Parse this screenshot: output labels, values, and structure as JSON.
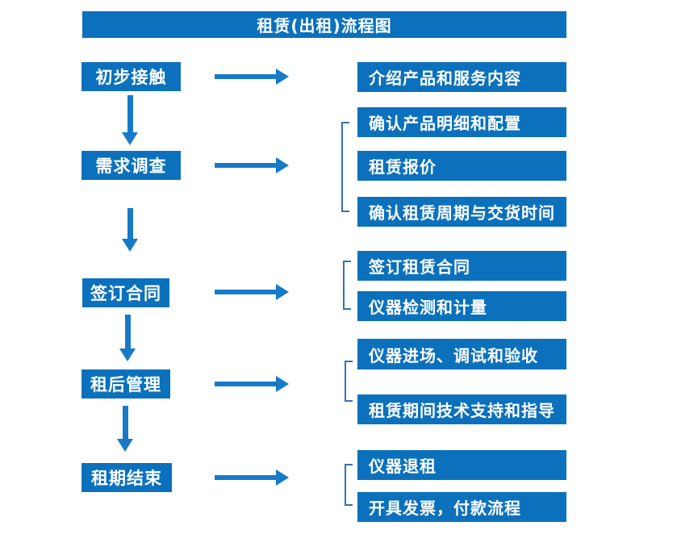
{
  "title": "租赁(出租)流程图",
  "colors": {
    "box_blue": "#0C71BC",
    "arrow_blue": "#177AC9",
    "bracket_blue": "#3672B5",
    "text_white": "#FFFFFF",
    "background": "#FFFFFF"
  },
  "steps": [
    {
      "label": "初步接触",
      "details": [
        "介绍产品和服务内容"
      ]
    },
    {
      "label": "需求调查",
      "details": [
        "确认产品明细和配置",
        "租赁报价",
        "确认租赁周期与交货时间"
      ]
    },
    {
      "label": "签订合同",
      "details": [
        "签订租赁合同",
        "仪器检测和计量"
      ]
    },
    {
      "label": "租后管理",
      "details": [
        "仪器进场、调试和验收",
        "租赁期间技术支持和指导"
      ]
    },
    {
      "label": "租期结束",
      "details": [
        "仪器退租",
        "开具发票，付款流程"
      ]
    }
  ]
}
